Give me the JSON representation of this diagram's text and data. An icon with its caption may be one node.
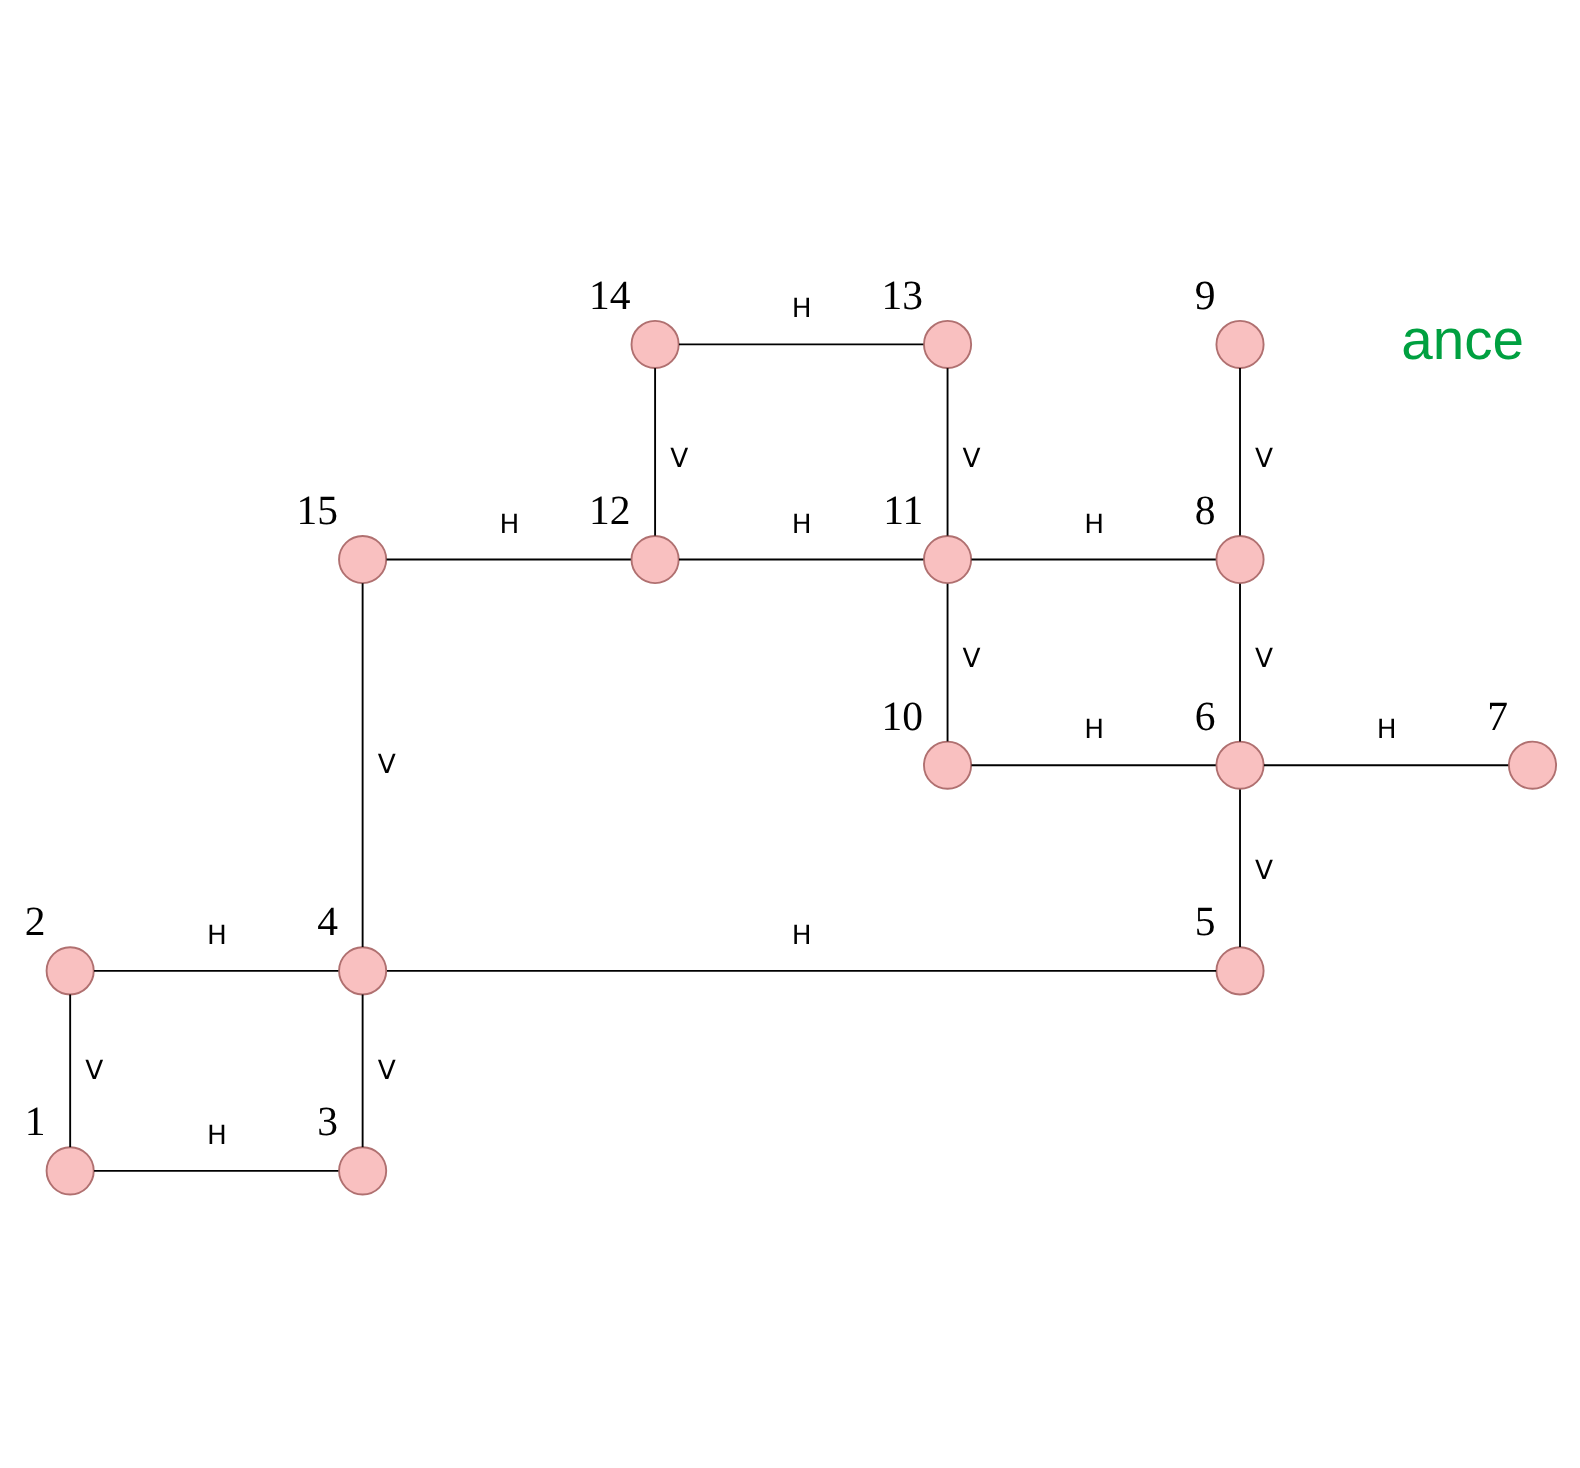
{
  "diagram": {
    "nodes": [
      {
        "text": [],
        "shape": "circle",
        "beside": [
          "14"
        ]
      },
      {
        "text": [],
        "shape": "circle",
        "beside": [
          "13"
        ]
      },
      {
        "text": [],
        "shape": "circle",
        "beside": [
          "9"
        ]
      },
      {
        "text": [],
        "shape": "circle",
        "beside": [
          "15"
        ]
      },
      {
        "text": [],
        "shape": "circle",
        "beside": [
          "12"
        ]
      },
      {
        "text": [],
        "shape": "circle",
        "beside": [
          "11"
        ]
      },
      {
        "text": [],
        "shape": "circle",
        "beside": [
          "8"
        ]
      },
      {
        "text": [],
        "shape": "circle",
        "beside": [
          "10"
        ]
      },
      {
        "text": [],
        "shape": "circle",
        "beside": [
          "6"
        ]
      },
      {
        "text": [],
        "shape": "circle",
        "beside": [
          "7"
        ]
      },
      {
        "text": [],
        "shape": "circle",
        "beside": [
          "2"
        ]
      },
      {
        "text": [],
        "shape": "circle",
        "beside": [
          "4"
        ]
      },
      {
        "text": [],
        "shape": "circle",
        "beside": [
          "5"
        ]
      },
      {
        "text": [],
        "shape": "circle",
        "beside": [
          "1"
        ]
      },
      {
        "text": [],
        "shape": "circle",
        "beside": [
          "3"
        ]
      }
    ],
    "edges": [
      {
        "from": 0,
        "to": 1,
        "arrow": "none",
        "label": "H"
      },
      {
        "from": 0,
        "to": 4,
        "arrow": "none",
        "label": "V"
      },
      {
        "from": 1,
        "to": 5,
        "arrow": "none",
        "label": "V"
      },
      {
        "from": 2,
        "to": 6,
        "arrow": "none",
        "label": "V"
      },
      {
        "from": 3,
        "to": 4,
        "arrow": "none",
        "label": "H"
      },
      {
        "from": 4,
        "to": 5,
        "arrow": "none",
        "label": "H"
      },
      {
        "from": 5,
        "to": 6,
        "arrow": "none",
        "label": "H"
      },
      {
        "from": 5,
        "to": 7,
        "arrow": "none",
        "label": "V"
      },
      {
        "from": 6,
        "to": 8,
        "arrow": "none",
        "label": "V"
      },
      {
        "from": 7,
        "to": 8,
        "arrow": "none",
        "label": "H"
      },
      {
        "from": 8,
        "to": 9,
        "arrow": "none",
        "label": "H"
      },
      {
        "from": 3,
        "to": 11,
        "arrow": "none",
        "label": "V"
      },
      {
        "from": 8,
        "to": 12,
        "arrow": "none",
        "label": "V"
      },
      {
        "from": 11,
        "to": 12,
        "arrow": "none",
        "label": "H"
      },
      {
        "from": 10,
        "to": 11,
        "arrow": "none",
        "label": "H"
      },
      {
        "from": 10,
        "to": 13,
        "arrow": "none",
        "label": "V"
      },
      {
        "from": 11,
        "to": 14,
        "arrow": "none",
        "label": "V"
      },
      {
        "from": 13,
        "to": 14,
        "arrow": "none",
        "label": "H"
      }
    ],
    "labels": [
      "ance"
    ]
  }
}
